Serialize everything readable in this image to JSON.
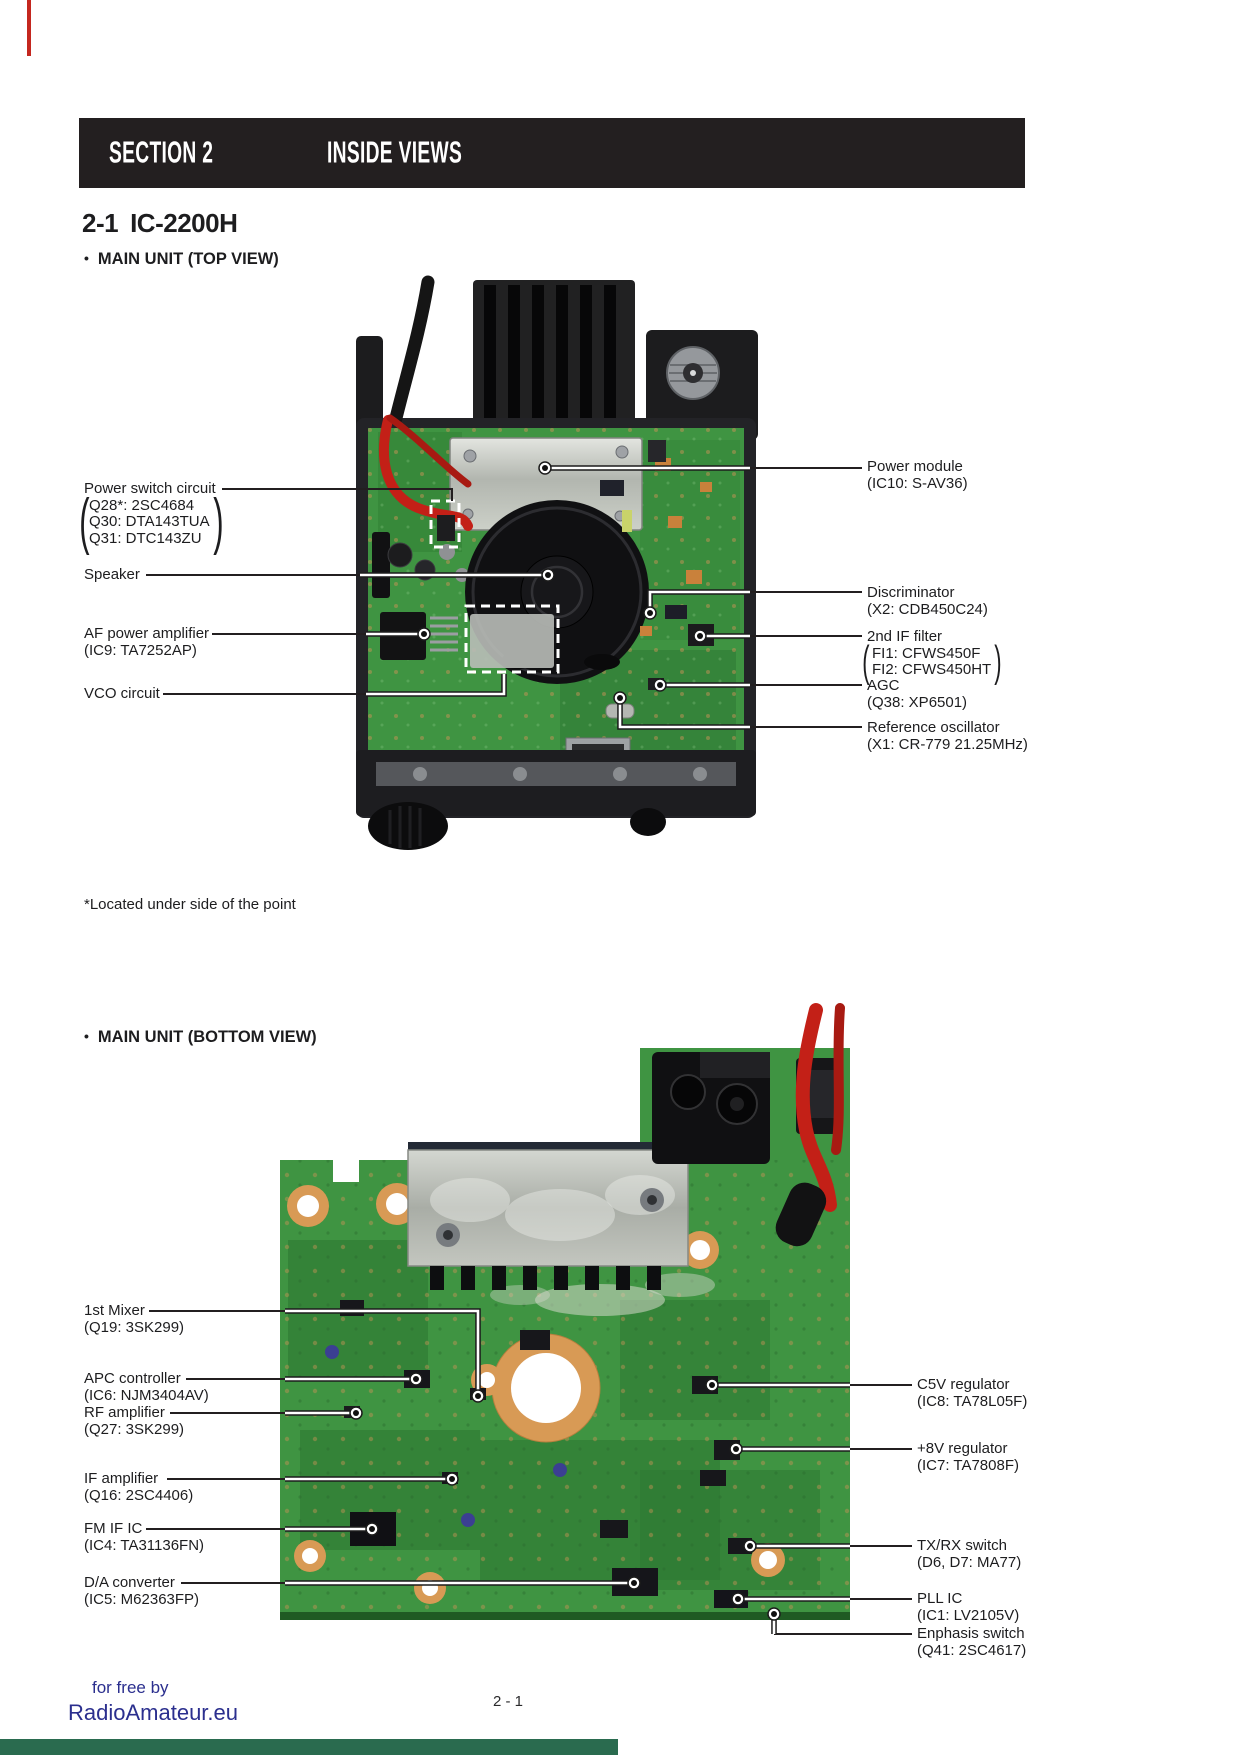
{
  "page": {
    "header": {
      "section_label": "SECTION 2",
      "section_title": "INSIDE VIEWS"
    },
    "model_heading": {
      "number": "2-1",
      "name": "IC-2200H"
    },
    "footnote": "*Located under side of the point",
    "page_number": "2 - 1",
    "watermark": {
      "line1": "for free by",
      "line2": "RadioAmateur.eu"
    }
  },
  "glyphs": {
    "bullet": "•",
    "paren_open": "(",
    "paren_close": ")"
  },
  "top_view": {
    "heading": "MAIN UNIT (TOP VIEW)",
    "left_labels": [
      {
        "title": "Power switch circuit",
        "lines": [
          "Q28*: 2SC4684",
          "Q30: DTA143TUA",
          "Q31: DTC143ZU"
        ]
      },
      {
        "title": "Speaker",
        "lines": []
      },
      {
        "title": "AF power amplifier",
        "lines": [
          "(IC9: TA7252AP)"
        ]
      },
      {
        "title": "VCO circuit",
        "lines": []
      }
    ],
    "right_labels": [
      {
        "title": "Power module",
        "lines": [
          "(IC10: S-AV36)"
        ]
      },
      {
        "title": "Discriminator",
        "lines": [
          "(X2: CDB450C24)"
        ]
      },
      {
        "title": "2nd IF filter",
        "lines": [
          "FI1: CFWS450F",
          "FI2: CFWS450HT"
        ]
      },
      {
        "title": "AGC",
        "lines": [
          "(Q38: XP6501)"
        ]
      },
      {
        "title": "Reference oscillator",
        "lines": [
          "(X1: CR-779 21.25MHz)"
        ]
      }
    ]
  },
  "bottom_view": {
    "heading": "MAIN UNIT (BOTTOM VIEW)",
    "left_labels": [
      {
        "title": "1st Mixer",
        "lines": [
          "(Q19: 3SK299)"
        ]
      },
      {
        "title": "APC controller",
        "lines": [
          "(IC6: NJM3404AV)"
        ]
      },
      {
        "title": "RF amplifier",
        "lines": [
          "(Q27: 3SK299)"
        ]
      },
      {
        "title": "IF amplifier",
        "lines": [
          "(Q16: 2SC4406)"
        ]
      },
      {
        "title": "FM IF IC",
        "lines": [
          "(IC4: TA31136FN)"
        ]
      },
      {
        "title": "D/A converter",
        "lines": [
          "(IC5: M62363FP)"
        ]
      }
    ],
    "right_labels": [
      {
        "title": "C5V regulator",
        "lines": [
          "(IC8: TA78L05F)"
        ]
      },
      {
        "title": "+8V regulator",
        "lines": [
          "(IC7: TA7808F)"
        ]
      },
      {
        "title": "TX/RX switch",
        "lines": [
          "(D6, D7: MA77)"
        ]
      },
      {
        "title": "PLL IC",
        "lines": [
          "(IC1: LV2105V)"
        ]
      },
      {
        "title": "Enphasis switch",
        "lines": [
          "(Q41: 2SC4617)"
        ]
      }
    ]
  },
  "colors": {
    "header_bar": "#231f20",
    "pcb_green": "#3f9442",
    "accent_red": "#c32017",
    "copper": "#d89a55",
    "watermark_navy": "#2b2f8e"
  }
}
